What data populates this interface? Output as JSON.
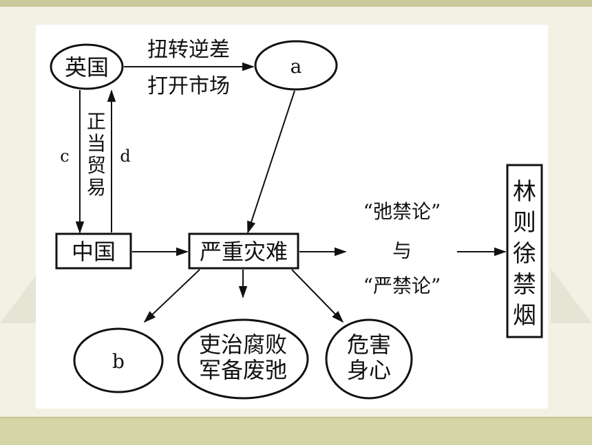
{
  "nodes": {
    "britain": "英国",
    "a": "a",
    "china": "中国",
    "disaster": "严重灾难",
    "b": "b",
    "corruption_line1": "吏治腐败",
    "corruption_line2": "军备废弛",
    "harm_line1": "危害",
    "harm_line2": "身心",
    "linzexu": [
      "林",
      "则",
      "徐",
      "禁",
      "烟"
    ]
  },
  "edges": {
    "top_above": "扭转逆差",
    "top_below": "打开市场",
    "c": "c",
    "d": "d",
    "trade": [
      "正",
      "当",
      "贸",
      "易"
    ]
  },
  "debate": {
    "line1": "“弛禁论”",
    "line2": "与",
    "line3": "“严禁论”"
  },
  "colors": {
    "ink": "#111111",
    "band": "#d4d6a8",
    "background": "#f3f1e4"
  }
}
